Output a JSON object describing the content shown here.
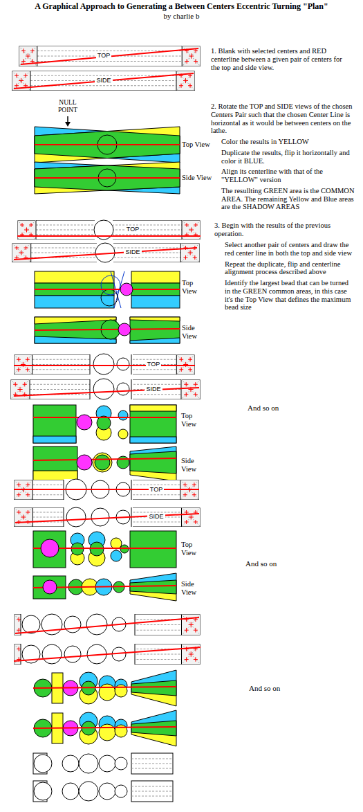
{
  "diagram": {
    "title": "A Graphical Approach to Generating a Between Centers Eccentric Turning \"Plan\"",
    "nodes": [
      {
        "text": [
          "TOP"
        ]
      },
      {
        "text": [
          "SIDE"
        ]
      },
      {
        "text": [
          "TOP"
        ]
      },
      {
        "text": [
          "SIDE"
        ]
      },
      {
        "text": [
          "TOP"
        ]
      },
      {
        "text": [
          "SIDE"
        ]
      },
      {
        "text": [
          "TOP"
        ]
      },
      {
        "text": [
          "SIDE"
        ]
      }
    ],
    "labels": [
      "by charlie b",
      "1. Blank with selected centers and RED centerline between a given pair of centers for the top and side view.",
      "2. Rotate the TOP and SIDE views of the chosen Centers Pair such that the chosen Center Line is horizontal as it would be between centers on the lathe.",
      "Color the results in YELLOW",
      "Duplicate the results, flip it horizontally and color it BLUE.",
      "Align its centerline with that of the \"YELLOW\" version",
      "The resullting GREEN area is the COMMON AREA. The remaining Yellow and Blue areas are the SHADOW AREAS",
      "NULL POINT",
      "Top View",
      "Side View",
      "3. Begin with the results of the previous operation.",
      "Select another pair of centers and draw the red center line in both the top and side view",
      "Repeat the duplicate, flip and centerline alignment process described above",
      "Identify the largest bead that can be turned in the GREEN common areas, in this case it's the Top View that defines the maximum bead size",
      "Top View",
      "Side View",
      "And so on",
      "Top View",
      "Side View",
      "And so on",
      "Top View",
      "Side View",
      "And so on"
    ]
  }
}
